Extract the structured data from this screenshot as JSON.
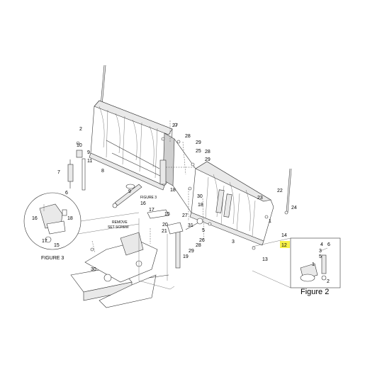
{
  "callouts": {
    "c1": "1",
    "c2": "2",
    "c3": "3",
    "c5": "5",
    "c6": "6",
    "c7": "7",
    "c8": "8",
    "c9": "9",
    "c10": "10",
    "c11": "11",
    "c12": "12",
    "c13": "13",
    "c14": "14",
    "c15": "15",
    "c16": "16",
    "c17": "17",
    "c18": "18",
    "c19": "19",
    "c20": "20",
    "c21": "21",
    "c22": "22",
    "c23": "23",
    "c24": "24",
    "c25": "25",
    "c26": "26",
    "c27": "27",
    "c28": "28",
    "c29": "29",
    "c30": "30",
    "c31": "31",
    "c18b": "18",
    "c28b": "28",
    "c28c": "28",
    "c29b": "29",
    "c29c": "29",
    "c27b": "27"
  },
  "figure3": {
    "title": "FIGURE 3",
    "inset_title": "FIGURE 3",
    "c16": "16",
    "c17": "17",
    "c18": "18",
    "c15": "15",
    "c16b": "16",
    "c15b": "15"
  },
  "figure2": {
    "title": "Figure 2",
    "c4": "4",
    "c6": "6",
    "c3": "3",
    "c5": "5",
    "c1": "1",
    "c2": "2"
  },
  "remove_note": {
    "line1": "REMOVE",
    "line2": "SET SCREW"
  },
  "highlight_color": "#f7f24a"
}
